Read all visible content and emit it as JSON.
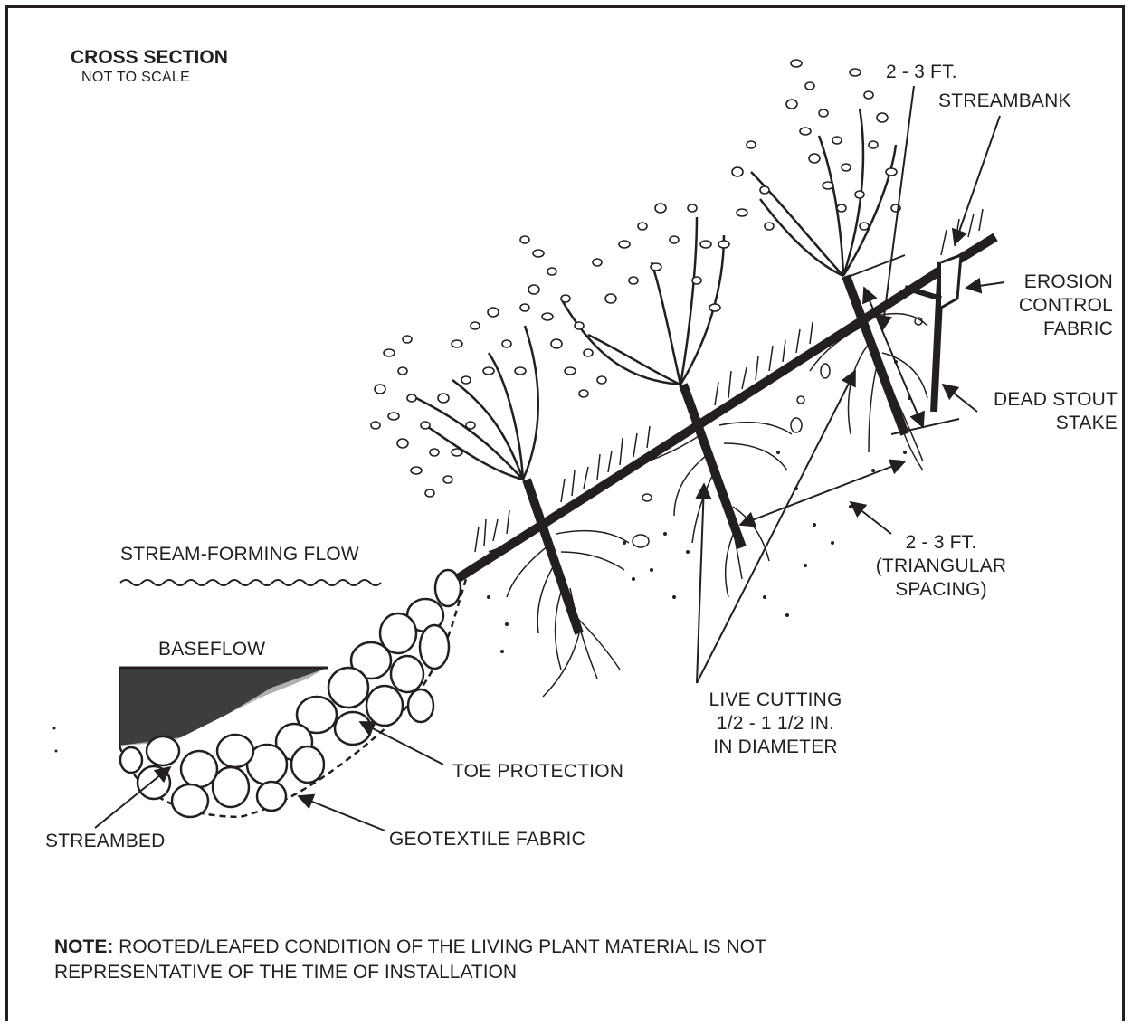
{
  "title": "CROSS SECTION",
  "subtitle": "NOT TO SCALE",
  "labels": {
    "spacing_top": "2 - 3 FT.",
    "streambank": "STREAMBANK",
    "erosion_fabric": [
      "EROSION",
      "CONTROL",
      "FABRIC"
    ],
    "dead_stout": [
      "DEAD STOUT",
      "STAKE"
    ],
    "stream_forming": "STREAM-FORMING FLOW",
    "spacing_bottom": [
      "2 - 3 FT.",
      "(TRIANGULAR",
      "SPACING)"
    ],
    "baseflow": "BASEFLOW",
    "live_cutting": [
      "LIVE CUTTING",
      "1/2 - 1 1/2 IN.",
      "IN DIAMETER"
    ],
    "toe_protection": "TOE PROTECTION",
    "streambed": "STREAMBED",
    "geotextile": "GEOTEXTILE FABRIC"
  },
  "note": {
    "heading": "NOTE:",
    "line1": "ROOTED/LEAFED CONDITION OF THE LIVING PLANT MATERIAL IS NOT",
    "line2": "REPRESENTATIVE OF THE TIME OF INSTALLATION"
  }
}
